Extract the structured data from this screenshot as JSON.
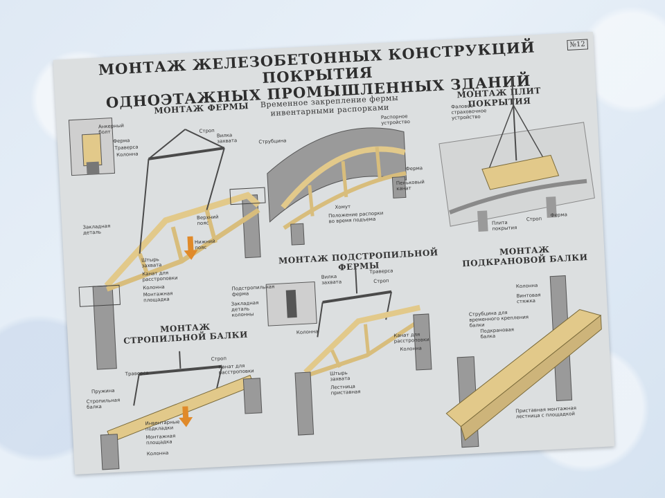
{
  "poster": {
    "title_line1": "МОНТАЖ ЖЕЛЕЗОБЕТОННЫХ КОНСТРУКЦИЙ ПОКРЫТИЯ",
    "title_line2": "ОДНОЭТАЖНЫХ ПРОМЫШЛЕННЫХ ЗДАНИЙ",
    "sheet_number": "№12"
  },
  "sections": {
    "truss": "МОНТАЖ ФЕРМЫ",
    "temp_fix_line1": "Временное закрепление фермы",
    "temp_fix_line2": "инвентарными распорками",
    "slabs": "МОНТАЖ ПЛИТ ПОКРЫТИЯ",
    "subtruss": "МОНТАЖ ПОДСТРОПИЛЬНОЙ ФЕРМЫ",
    "crane_beam_line1": "МОНТАЖ",
    "crane_beam_line2": "ПОДКРАНОВОЙ БАЛКИ",
    "rafter_beam_line1": "МОНТАЖ",
    "rafter_beam_line2": "СТРОПИЛЬНОЙ БАЛКИ"
  },
  "labels": {
    "anchor_bolt": "Анкерный болт",
    "truss": "Ферма",
    "traverse": "Траверса",
    "column": "Колонна",
    "sling": "Строп",
    "fork_grip": "Вилка захвата",
    "embedded": "Закладная деталь",
    "top_chord": "Верхний пояс",
    "bottom_chord": "Нижний пояс",
    "pin_grip": "Штырь захвата",
    "rope_release": "Канат для расстроповки",
    "column2": "Колонна",
    "mount_platform": "Монтажная площадка",
    "strut": "Распорное устройство",
    "pipe_brace": "Струбцина",
    "truss2": "Ферма",
    "hemp_rope": "Пеньковый канат",
    "clamp": "Хомут",
    "brace_pos": "Положение распорки во время подъема",
    "safety_rope": "Фаловое страховочное устройство",
    "slab": "Плита покрытия",
    "sling2": "Строп",
    "truss3": "Ферма",
    "subtruss_label": "Подстропильная ферма",
    "embedded_col": "Закладная деталь колонны",
    "fork_grip2": "Вилка захвата",
    "traverse2": "Траверса",
    "sling3": "Строп",
    "column3": "Колонна",
    "rope_release2": "Канат для расстроповки",
    "column4": "Колонна",
    "pin_grip2": "Штырь захвата",
    "ladder": "Лестница приставная",
    "crane_column": "Колонна",
    "screw_tie": "Винтовая стяжка",
    "temp_brace": "Струбцина для временного крепления балки",
    "crane_beam": "Подкрановая балка",
    "ladder_platform": "Приставная монтажная лестница с площадкой",
    "traverse3": "Траверса",
    "spring": "Пружина",
    "rafter_beam": "Стропильная балка",
    "sling4": "Строп",
    "rope_release3": "Канат для расстроповки",
    "pads": "Инвентарные подкладки",
    "mount_platform2": "Монтажная площадка",
    "column5": "Колонна"
  },
  "colors": {
    "background": "#dfe9f4",
    "paper": "#dcdfe0",
    "concrete": "#9a9a9a",
    "timber": "#e2c98a",
    "steel": "#4a4a4a",
    "arrow": "#e08a2a"
  }
}
